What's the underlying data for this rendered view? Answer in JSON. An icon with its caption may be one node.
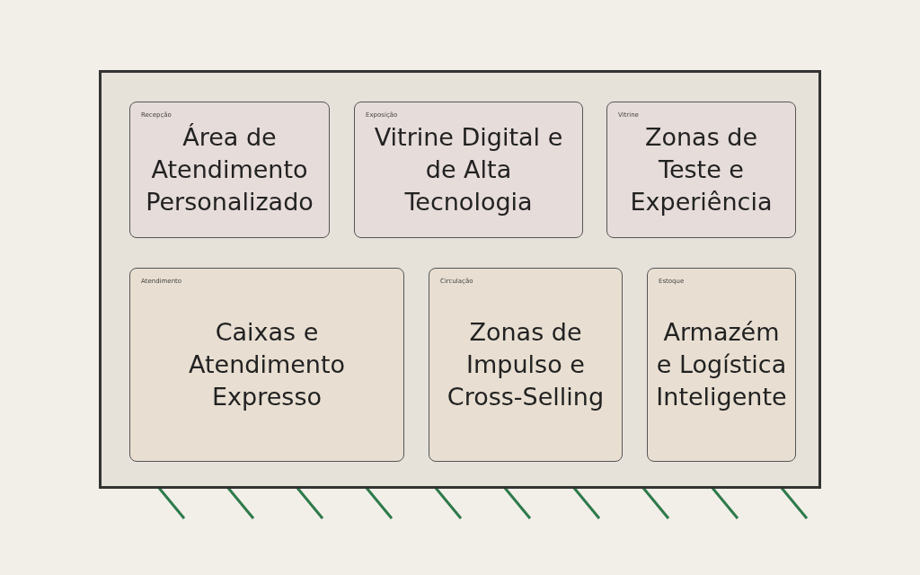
{
  "diagram": {
    "nodes": [
      {
        "text": [],
        "shape": "box"
      },
      {
        "text": [
          "Recepção",
          "Área de Atendimento Personalizado"
        ],
        "in": 0
      },
      {
        "text": [
          "Exposição",
          "Vitrine Digital e de Alta Tecnologia"
        ],
        "in": 0
      },
      {
        "text": [
          "Vitrine",
          "Zonas de Teste e Experiência"
        ],
        "in": 0
      },
      {
        "text": [
          "Atendimento",
          "Caixas e Atendimento Expresso"
        ],
        "in": 0
      },
      {
        "text": [
          "Circulação",
          "Zonas de Impulso e Cross-Selling"
        ],
        "in": 0
      },
      {
        "text": [
          "Estoque",
          "Armazém e Logística Inteligente"
        ],
        "in": 0
      }
    ],
    "edges": []
  }
}
